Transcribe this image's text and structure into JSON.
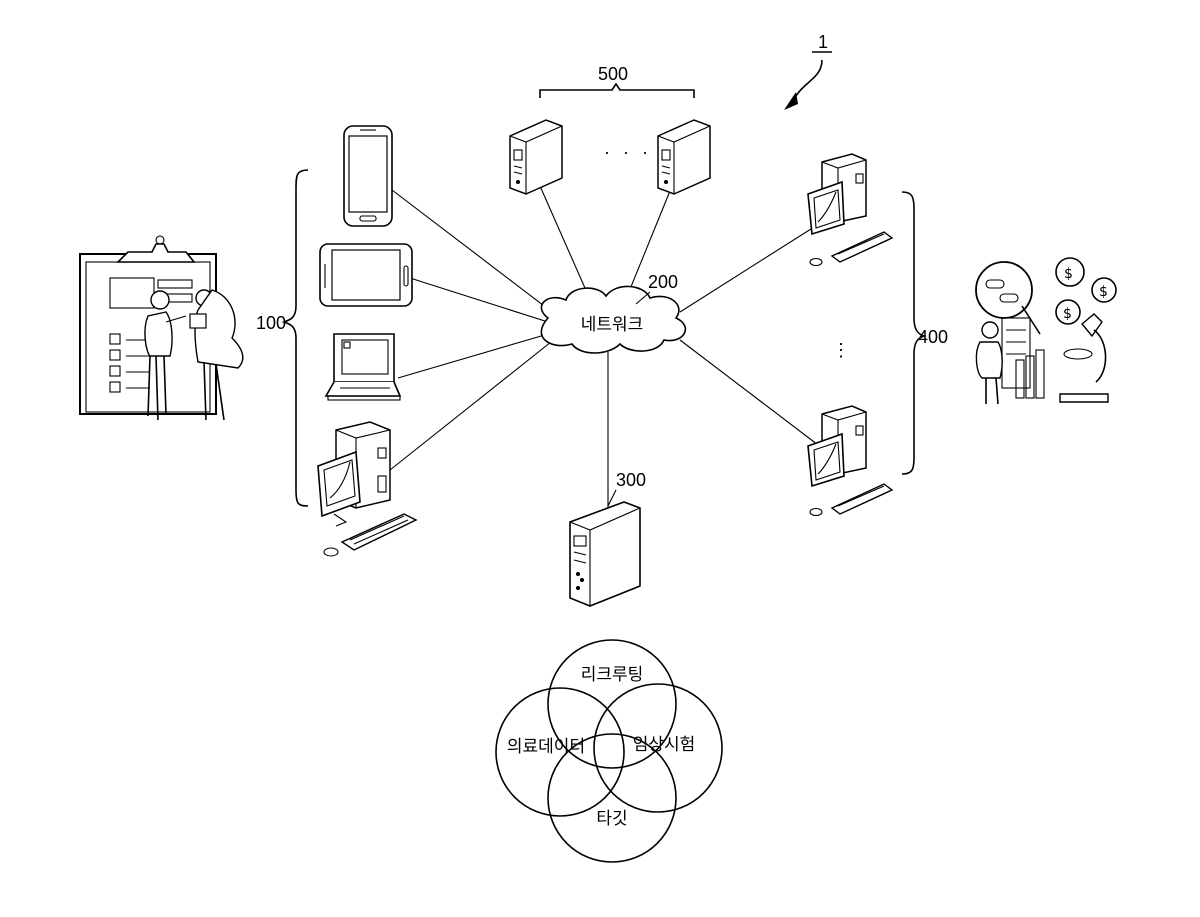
{
  "figure": {
    "system_ref": "1",
    "ref_users": "100",
    "ref_network": "200",
    "ref_server": "300",
    "ref_clients": "400",
    "ref_servers": "500",
    "network_label": "네트워크",
    "server_ellipsis": "· · ·",
    "client_ellipsis": "⋮"
  },
  "venn": {
    "top": "리크루팅",
    "left": "의료데이터",
    "right": "임상시험",
    "bottom": "타깃"
  }
}
